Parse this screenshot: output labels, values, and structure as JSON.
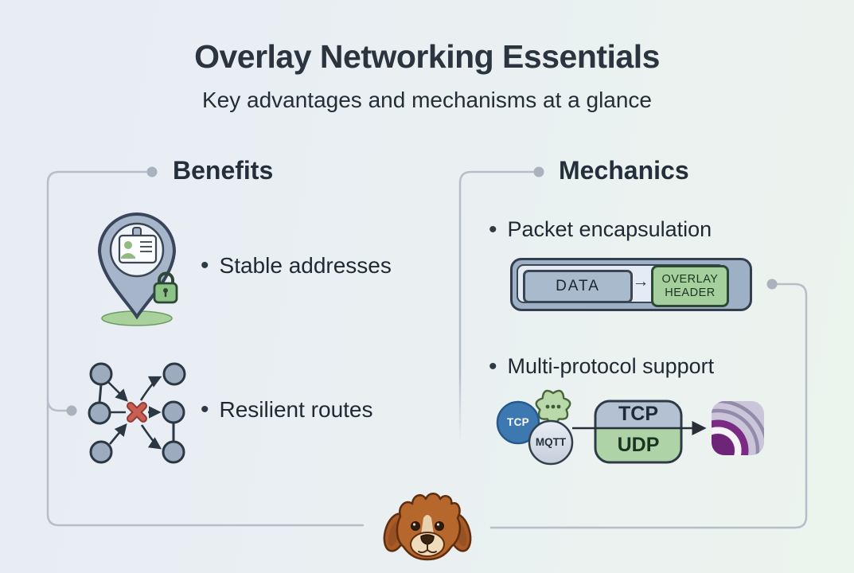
{
  "title": "Overlay Networking Essentials",
  "subtitle": "Key advantages and mechanisms at a glance",
  "bullet": "•",
  "benefits": {
    "heading": "Benefits",
    "items": [
      {
        "label": "Stable addresses"
      },
      {
        "label": "Resilient routes"
      }
    ]
  },
  "mechanics": {
    "heading": "Mechanics",
    "items": [
      {
        "label": "Packet encapsulation"
      },
      {
        "label": "Multi-protocol support"
      }
    ],
    "encapsulation": {
      "data_label": "DATA",
      "arrow": "→",
      "overlay_line1": "OVERLAY",
      "overlay_line2": "HEADER"
    },
    "protocols": {
      "tcp_badge": "TCP",
      "mqtt_badge": "MQTT",
      "tunnel_top": "TCP",
      "tunnel_bottom": "UDP"
    }
  },
  "icons": {
    "benefit_1": "location-pin-id-card-lock-icon",
    "benefit_2": "network-reroute-icon",
    "badge_dots": "protocol-ellipsis-badge-icon",
    "signal": "overlay-signal-icon",
    "mascot": "dog-mascot"
  },
  "colors": {
    "background_left": "#e7ecf5",
    "background_right": "#ecf4ee",
    "heading": "#232f3b",
    "body_text": "#1f2933",
    "connector": "#b6bec8",
    "green": "#a5d09d",
    "slate_blue": "#a7b5ca",
    "tcp_blue": "#3e78b0",
    "alert_red": "#c4574d",
    "purple": "#6e2478"
  }
}
